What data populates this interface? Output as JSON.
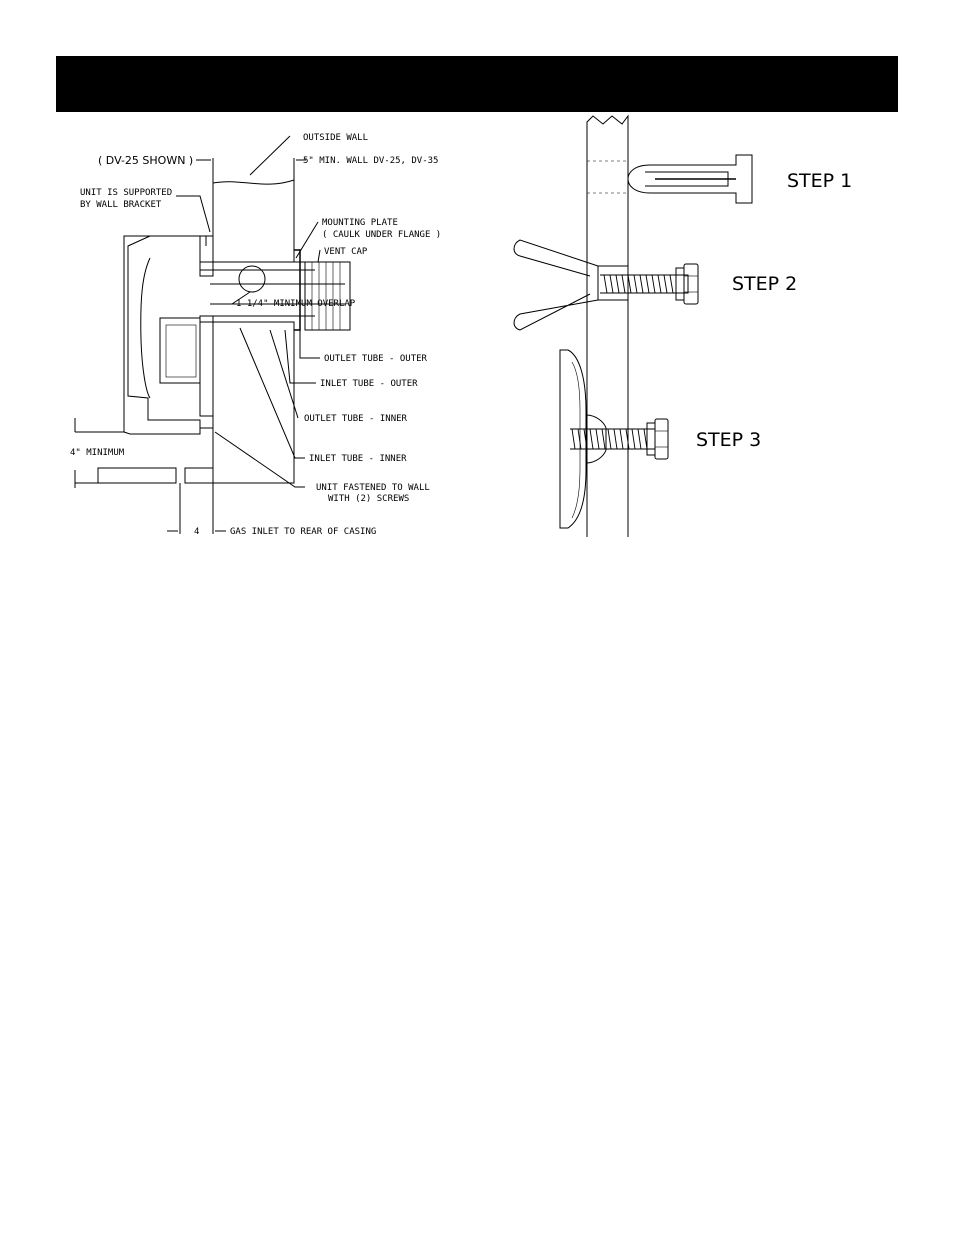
{
  "header": {
    "title": ""
  },
  "section_diagram": {
    "model_note": "( DV-25 SHOWN )",
    "labels": {
      "outside_wall": "OUTSIDE WALL",
      "min_wall": "5\" MIN. WALL DV-25, DV-35",
      "unit_supported_1": "UNIT IS SUPPORTED",
      "unit_supported_2": "BY WALL BRACKET",
      "mounting_plate_1": "MOUNTING PLATE",
      "mounting_plate_2": "( CAULK UNDER FLANGE )",
      "vent_cap": "VENT CAP",
      "overlap": "1 1/4\" MINIMUM OVERLAP",
      "outlet_outer": "OUTLET TUBE - OUTER",
      "inlet_outer": "INLET TUBE - OUTER",
      "outlet_inner": "OUTLET TUBE - INNER",
      "inlet_inner": "INLET TUBE - INNER",
      "fastened_1": "UNIT FASTENED TO WALL",
      "fastened_2": "WITH (2) SCREWS",
      "four_min": "4\" MINIMUM",
      "four": "4",
      "gas_inlet": "GAS INLET TO REAR OF CASING"
    }
  },
  "anchor_steps": {
    "step1": "STEP 1",
    "step2": "STEP 2",
    "step3": "STEP 3"
  }
}
